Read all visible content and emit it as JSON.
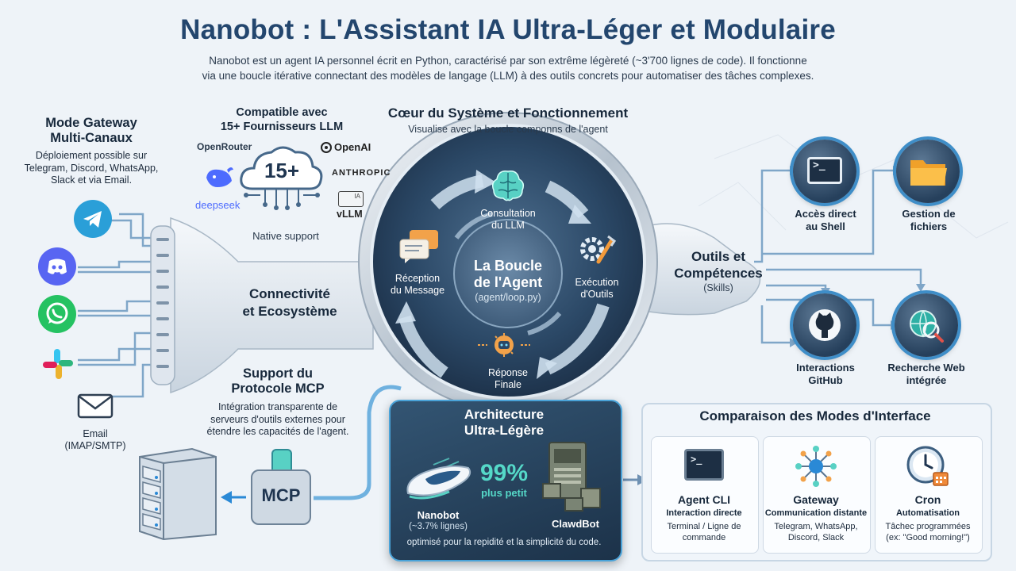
{
  "header": {
    "title": "Nanobot : L'Assistant IA Ultra-Léger et Modulaire",
    "subtitle_line1": "Nanobot est un agent IA personnel écrit en Python, caractérisé par son extrême légèreté (~3'700 lignes de code). Il fonctionne",
    "subtitle_line2": "via une boucle itérative connectant des modèles de langage (LLM) à des outils concrets pour automatiser des tâches complexes."
  },
  "gateway": {
    "title_line1": "Mode Gateway",
    "title_line2": "Multi-Canaux",
    "desc_line1": "Déploiement possible sur",
    "desc_line2": "Telegram, Discord, WhatsApp,",
    "desc_line3": "Slack et via Email.",
    "email_label_line1": "Email",
    "email_label_line2": "(IMAP/SMTP)"
  },
  "llm": {
    "title_line1": "Compatible avec",
    "title_line2": "15+ Fournisseurs LLM",
    "cloud_number": "15+",
    "providers": {
      "openrouter": "OpenRouter",
      "openai": "OpenAI",
      "anthropic": "ANTHROPIC",
      "deepseek": "deepseek",
      "vllm": "vLLM",
      "vllm_badge": "IA"
    },
    "native_support": "Native support"
  },
  "connectivity": {
    "line1": "Connectivité",
    "line2": "et Ecosystème"
  },
  "core": {
    "title": "Cœur du Système et Fonctionnement",
    "subtitle": "Visualise avec la boucle componns de l'agent",
    "center_line1": "La Boucle",
    "center_line2": "de l'Agent",
    "center_path": "(agent/loop.py)",
    "steps": {
      "llm_line1": "Consultation",
      "llm_line2": "du LLM",
      "exec_line1": "Exécution",
      "exec_line2": "d'Outils",
      "resp_line1": "Réponse",
      "resp_line2": "Finale",
      "recv_line1": "Réception",
      "recv_line2": "du Message"
    }
  },
  "tools": {
    "title_line1": "Outils et",
    "title_line2": "Compétences",
    "skills": "(Skills)",
    "items": {
      "shell_line1": "Accès direct",
      "shell_line2": "au Shell",
      "files_line1": "Gestion de",
      "files_line2": "fichiers",
      "github_line1": "Interactions",
      "github_line2": "GitHub",
      "web_line1": "Recherche Web",
      "web_line2": "intégrée"
    },
    "shell_prompt": ">_"
  },
  "mcp": {
    "title_line1": "Support du",
    "title_line2": "Protocole MCP",
    "desc_line1": "Intégration transparente de",
    "desc_line2": "serveurs d'outils externes pour",
    "desc_line3": "étendre les capacités de l'agent.",
    "badge": "MCP"
  },
  "architecture": {
    "title_line1": "Architecture",
    "title_line2": "Ultra-Légère",
    "percent": "99%",
    "percent_label": "plus petit",
    "nanobot_label": "Nanobot",
    "nanobot_sub": "(~3.7% lignes)",
    "clawdbot_label": "ClawdBot",
    "footer": "optimisé pour la repidité et la simplicité du code."
  },
  "comparison": {
    "title": "Comparaison des Modes d'Interface",
    "cards": [
      {
        "name": "Agent CLI",
        "sub": "Interaction directe",
        "desc_line1": "Terminal / Ligne de",
        "desc_line2": "commande",
        "icon": ">_"
      },
      {
        "name": "Gateway",
        "sub": "Communication distante",
        "desc_line1": "Telegram, WhatsApp,",
        "desc_line2": "Discord, Slack",
        "icon": ""
      },
      {
        "name": "Cron",
        "sub": "Automatisation",
        "desc_line1": "Tâchec programmées",
        "desc_line2": "(ex: \"Good morning!\")",
        "icon": ""
      }
    ]
  },
  "colors": {
    "accent_blue": "#2a89d6",
    "navy": "#1f3550",
    "teal": "#4fd0c4"
  }
}
